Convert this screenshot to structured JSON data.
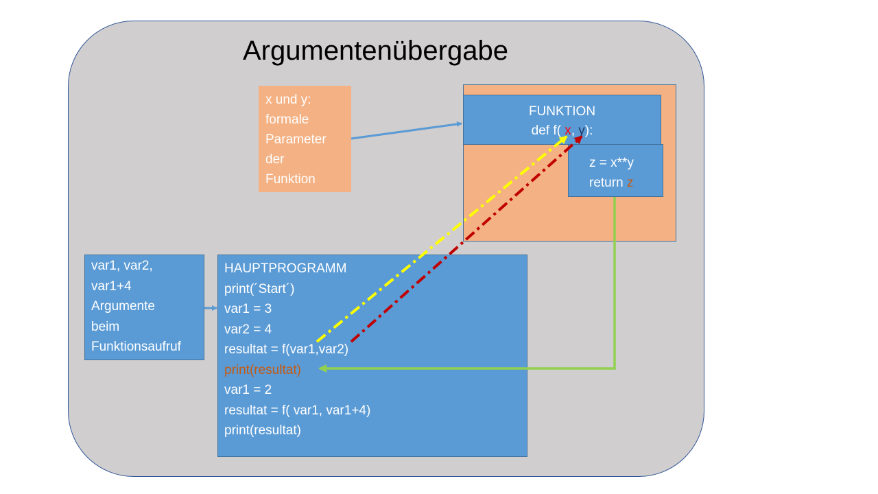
{
  "title": "Argumentenübergabe",
  "formal_note": [
    "x und y:",
    "formale",
    "Parameter",
    "der",
    "Funktion"
  ],
  "function": {
    "heading": "FUNKTION",
    "def_prefix": "def f( ",
    "param_x": "x",
    "param_sep": ", ",
    "param_y": "y",
    "def_suffix": "):",
    "body_line1": "z = x**y",
    "body_return": "return ",
    "body_return_var": "z"
  },
  "arguments_note": [
    "var1, var2,",
    "var1+4",
    "Argumente",
    "beim",
    "Funktionsaufruf"
  ],
  "main_program": {
    "heading": "HAUPTPROGRAMM",
    "lines": [
      "print(´Start´)",
      "var1 = 3",
      "var2 = 4",
      "resultat = f(var1,var2)",
      "print(resultat)",
      "var1 = 2",
      "resultat = f( var1, var1+4)",
      "print(resultat)"
    ]
  },
  "colors": {
    "panel": "#d0cece",
    "orange_box": "#f4b183",
    "blue_box": "#5b9bd5",
    "arrow_blue": "#5b9bd5",
    "arrow_yellow": "#ffff00",
    "arrow_red": "#c00000",
    "arrow_green": "#92d050"
  }
}
